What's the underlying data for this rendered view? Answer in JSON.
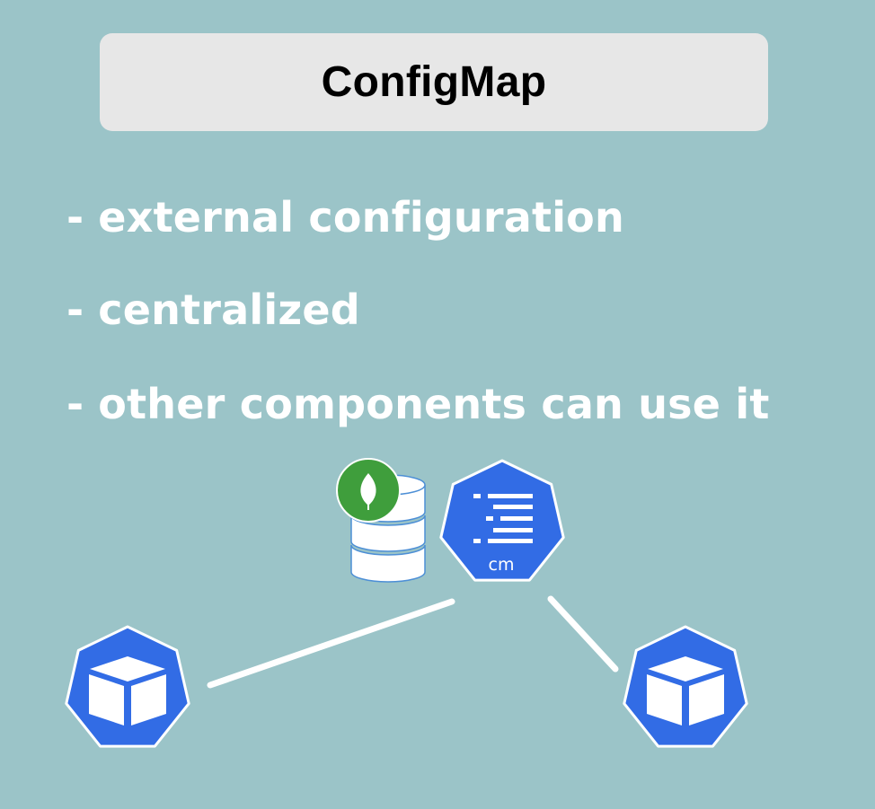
{
  "colors": {
    "background": "#9bc4c8",
    "title_box": "#e7e7e7",
    "text": "#ffffff",
    "k8s_blue": "#326ce5",
    "mongo_green": "#3f9e3c",
    "db_outline": "#4d8fd6",
    "connector": "#ffffff"
  },
  "title": "ConfigMap",
  "bullets": [
    {
      "dash": "-",
      "text": "external configuration"
    },
    {
      "dash": "-",
      "text": "centralized"
    },
    {
      "dash": "-",
      "text": "other components can use it"
    }
  ],
  "diagram": {
    "configmap_icon": {
      "icon": "configmap-heptagon-icon",
      "label": "cm"
    },
    "database_icon": {
      "icon": "database-cylinder-icon",
      "badge": "mongodb-leaf-icon"
    },
    "pods": [
      {
        "icon": "pod-cube-icon"
      },
      {
        "icon": "pod-cube-icon"
      }
    ]
  }
}
